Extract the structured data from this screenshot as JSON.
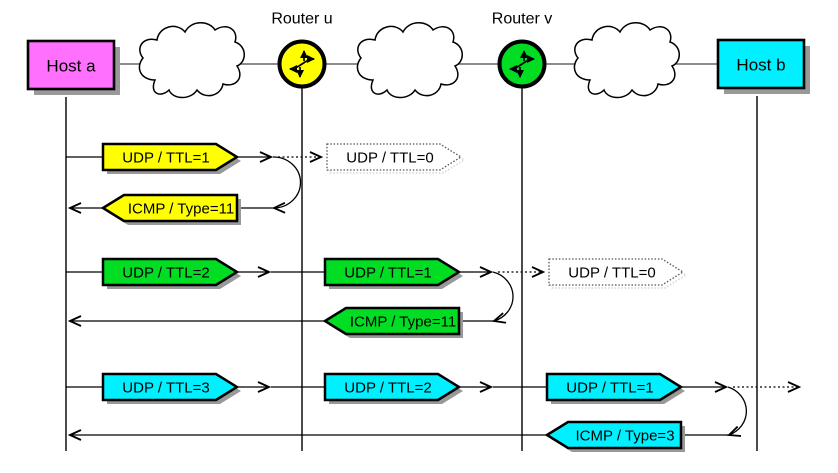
{
  "nodes": {
    "host_a": "Host a",
    "router_u": "Router u",
    "router_v": "Router v",
    "host_b": "Host b"
  },
  "colors": {
    "host_a": "#ff70ff",
    "host_b": "#00f0ff",
    "router_u": "#ffff00",
    "router_v": "#00dd22",
    "seq1": "#ffff00",
    "seq2": "#00dd22",
    "seq3": "#00f0ff",
    "shadow": "#999999"
  },
  "sequences": [
    {
      "probe_hops": [
        "UDP / TTL=1"
      ],
      "expired": "UDP / TTL=0",
      "reply": "ICMP / Type=11"
    },
    {
      "probe_hops": [
        "UDP / TTL=2",
        "UDP / TTL=1"
      ],
      "expired": "UDP / TTL=0",
      "reply": "ICMP / Type=11"
    },
    {
      "probe_hops": [
        "UDP / TTL=3",
        "UDP / TTL=2",
        "UDP / TTL=1"
      ],
      "reply": "ICMP / Type=3"
    }
  ]
}
